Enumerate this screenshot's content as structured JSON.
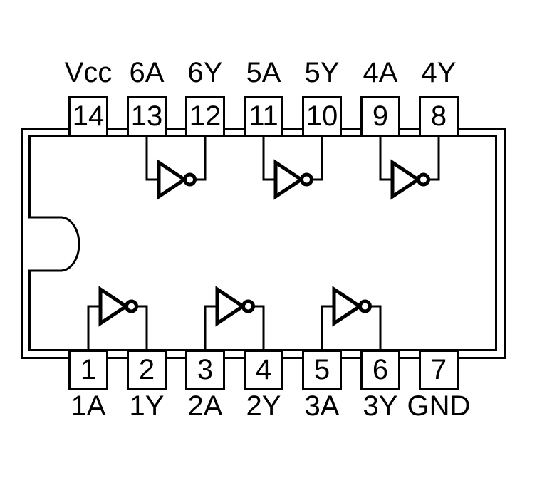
{
  "diagram": {
    "description": "DIP-14 hex inverter package pinout",
    "top_pins": [
      {
        "number": "14",
        "label": "Vcc"
      },
      {
        "number": "13",
        "label": "6A"
      },
      {
        "number": "12",
        "label": "6Y"
      },
      {
        "number": "11",
        "label": "5A"
      },
      {
        "number": "10",
        "label": "5Y"
      },
      {
        "number": "9",
        "label": "4A"
      },
      {
        "number": "8",
        "label": "4Y"
      }
    ],
    "bottom_pins": [
      {
        "number": "1",
        "label": "1A"
      },
      {
        "number": "2",
        "label": "1Y"
      },
      {
        "number": "3",
        "label": "2A"
      },
      {
        "number": "4",
        "label": "2Y"
      },
      {
        "number": "5",
        "label": "3A"
      },
      {
        "number": "6",
        "label": "3Y"
      },
      {
        "number": "7",
        "label": "GND"
      }
    ],
    "inverters": [
      {
        "input": "1A",
        "output": "1Y"
      },
      {
        "input": "2A",
        "output": "2Y"
      },
      {
        "input": "3A",
        "output": "3Y"
      },
      {
        "input": "4A",
        "output": "4Y"
      },
      {
        "input": "5A",
        "output": "5Y"
      },
      {
        "input": "6A",
        "output": "6Y"
      }
    ],
    "colors": {
      "line": "#000000",
      "background": "#ffffff"
    }
  }
}
